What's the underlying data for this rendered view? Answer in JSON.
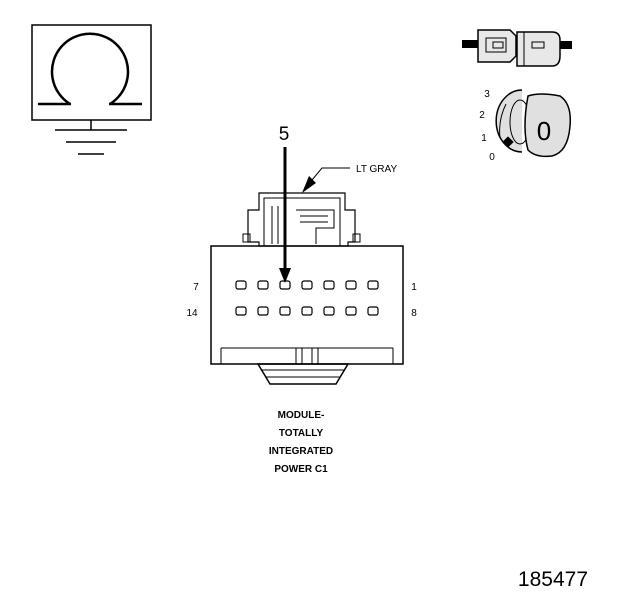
{
  "symbol": {
    "icon": "ohm-icon",
    "ground": "ground-icon"
  },
  "switch_icons": {
    "connector": "connector-pair-icon",
    "key": "ignition-key-icon",
    "positions": [
      "3",
      "2",
      "1",
      "0"
    ],
    "key_label": "0"
  },
  "connector": {
    "callout_pin": "5",
    "wire_color": "LT GRAY",
    "row_top_left": "7",
    "row_top_right": "1",
    "row_bottom_left": "14",
    "row_bottom_right": "8",
    "top_row_pins": 7,
    "bottom_row_pins": 7
  },
  "caption": {
    "lines": [
      "MODULE-",
      "TOTALLY",
      "INTEGRATED",
      "POWER C1"
    ]
  },
  "figure_number": "185477"
}
